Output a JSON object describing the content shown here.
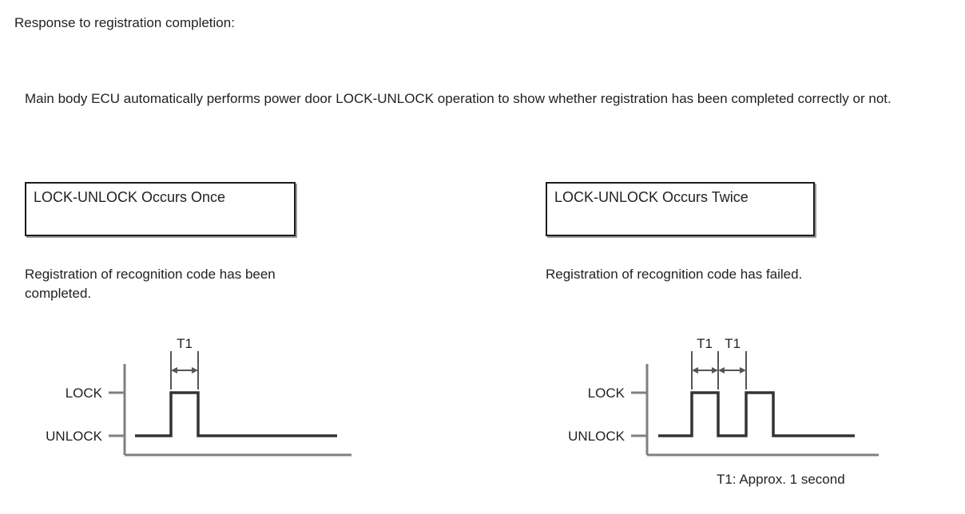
{
  "intro": {
    "heading": "Response to registration completion:",
    "body": "Main body ECU automatically performs power door LOCK-UNLOCK operation to show whether registration has been completed correctly or not."
  },
  "colors": {
    "text": "#222222",
    "box_border": "#1c1c1c",
    "box_shadow": "#9a9a9a",
    "axis": "#808080",
    "waveform": "#333333",
    "dimension": "#555555",
    "background": "#ffffff"
  },
  "columns": [
    {
      "id": "success",
      "box_label": "LOCK-UNLOCK Occurs Once",
      "caption": "Registration of recognition code has been completed.",
      "chart": {
        "type": "line",
        "title": "LOCK-UNLOCK Occurs Once",
        "ylabel": "",
        "xlabel": "",
        "y_tick_labels": [
          "LOCK",
          "UNLOCK"
        ],
        "pulse_count": 1,
        "dimension_labels": [
          "T1"
        ],
        "signal_states": [
          "UNLOCK",
          "LOCK",
          "UNLOCK"
        ],
        "series": [
          {
            "name": "door-lock-signal",
            "points": [
              {
                "t": 0.0,
                "state": "UNLOCK"
              },
              {
                "t": 1.0,
                "state": "UNLOCK"
              },
              {
                "t": 1.0,
                "state": "LOCK"
              },
              {
                "t": 2.0,
                "state": "LOCK"
              },
              {
                "t": 2.0,
                "state": "UNLOCK"
              },
              {
                "t": 6.5,
                "state": "UNLOCK"
              }
            ]
          }
        ]
      }
    },
    {
      "id": "failure",
      "box_label": "LOCK-UNLOCK Occurs Twice",
      "caption": "Registration of recognition code has failed.",
      "chart": {
        "type": "line",
        "title": "LOCK-UNLOCK Occurs Twice",
        "ylabel": "",
        "xlabel": "",
        "y_tick_labels": [
          "LOCK",
          "UNLOCK"
        ],
        "pulse_count": 2,
        "dimension_labels": [
          "T1",
          "T1"
        ],
        "signal_states": [
          "UNLOCK",
          "LOCK",
          "UNLOCK",
          "LOCK",
          "UNLOCK"
        ],
        "series": [
          {
            "name": "door-lock-signal",
            "points": [
              {
                "t": 0.0,
                "state": "UNLOCK"
              },
              {
                "t": 1.0,
                "state": "UNLOCK"
              },
              {
                "t": 1.0,
                "state": "LOCK"
              },
              {
                "t": 2.0,
                "state": "LOCK"
              },
              {
                "t": 2.0,
                "state": "UNLOCK"
              },
              {
                "t": 3.0,
                "state": "UNLOCK"
              },
              {
                "t": 3.0,
                "state": "LOCK"
              },
              {
                "t": 4.0,
                "state": "LOCK"
              },
              {
                "t": 4.0,
                "state": "UNLOCK"
              },
              {
                "t": 7.5,
                "state": "UNLOCK"
              }
            ]
          }
        ]
      }
    }
  ],
  "footnote": "T1: Approx. 1 second"
}
